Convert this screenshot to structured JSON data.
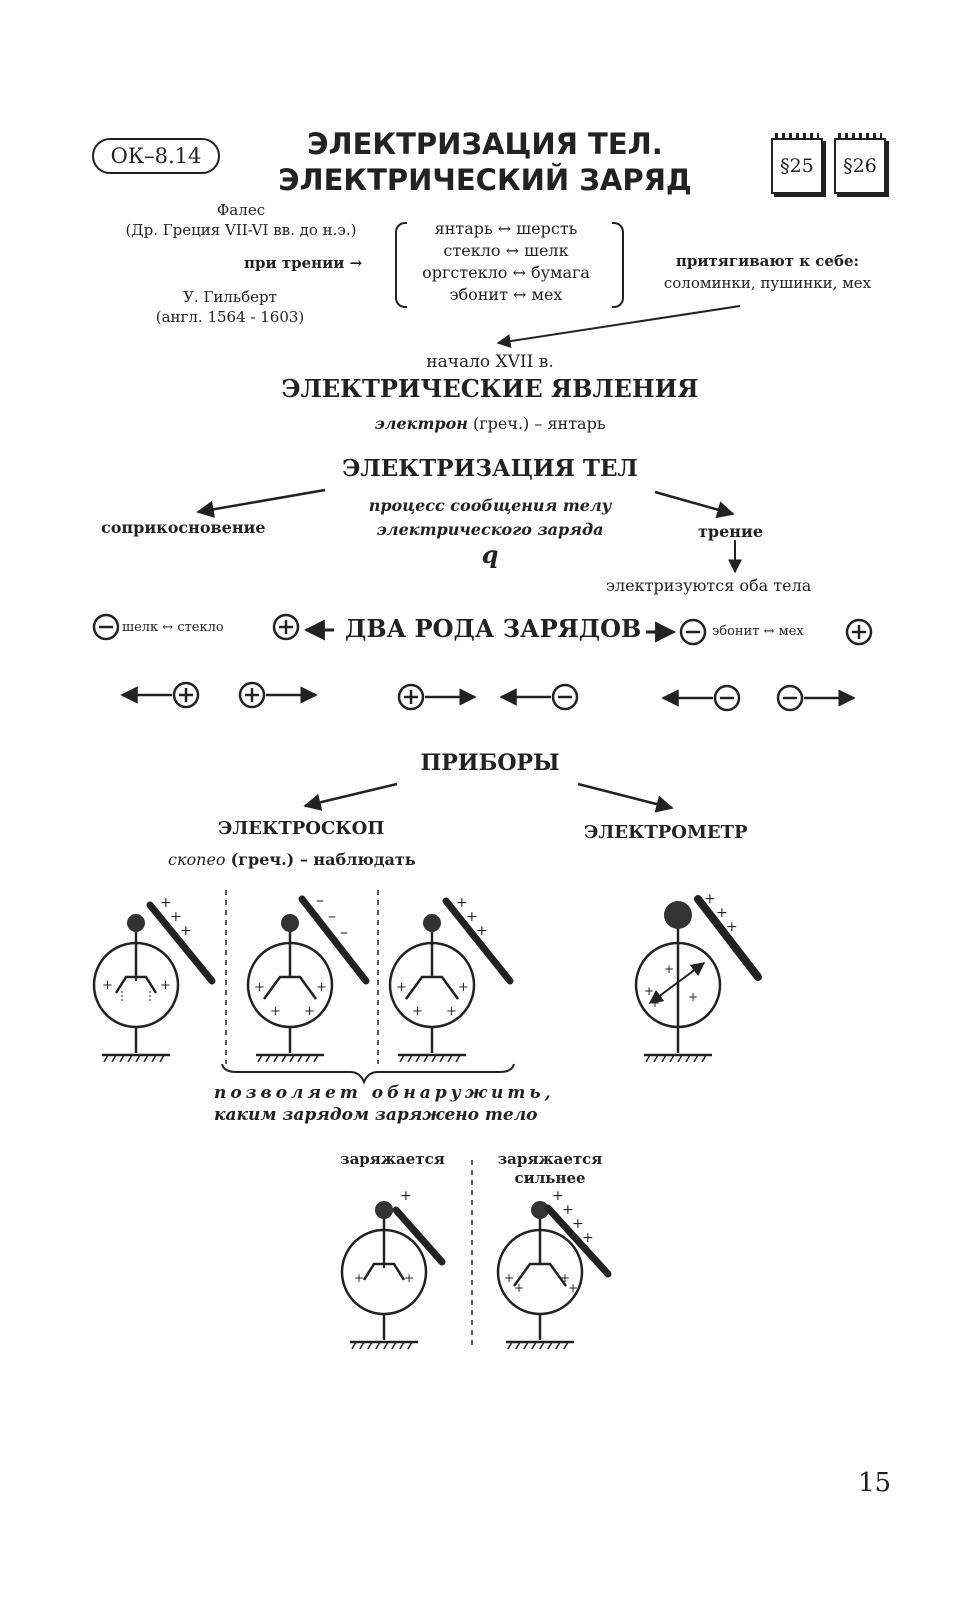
{
  "header": {
    "badge": "ОК–8.14",
    "title_line1": "ЭЛЕКТРИЗАЦИЯ ТЕЛ.",
    "title_line2": "ЭЛЕКТРИЧЕСКИЙ ЗАРЯД",
    "sections": [
      "§25",
      "§26"
    ]
  },
  "history": {
    "thales_name": "Фалес",
    "thales_era": "(Др. Греция VII-VI вв. до н.э.)",
    "friction_label": "при трении →",
    "gilbert_name": "У. Гильберт",
    "gilbert_era": "(англ. 1564 - 1603)",
    "pairs": [
      "янтарь ↔ шерсть",
      "стекло ↔ шелк",
      "оргстекло ↔ бумага",
      "эбонит ↔ мех"
    ],
    "attract_label": "притягивают к себе:",
    "attract_items": "соломинки, пушинки, мех"
  },
  "phenomena": {
    "era": "начало XVII в.",
    "title": "ЭЛЕКТРИЧЕСКИЕ ЯВЛЕНИЯ",
    "etym_word": "электрон",
    "etym_rest": "(греч.) – янтарь"
  },
  "electrification": {
    "title": "ЭЛЕКТРИЗАЦИЯ ТЕЛ",
    "def_line1": "процесс сообщения телу",
    "def_line2": "электрического заряда",
    "symbol": "q",
    "contact": "соприкосновение",
    "friction": "трение",
    "both_bodies": "электризуются оба тела"
  },
  "charges": {
    "title": "ДВА РОДА ЗАРЯДОВ",
    "left_pair": "шелк ↔ стекло",
    "right_pair": "эбонит ↔ мех"
  },
  "devices": {
    "title": "ПРИБОРЫ",
    "electroscope": "ЭЛЕКТРОСКОП",
    "electrometer": "ЭЛЕКТРОМЕТР",
    "etym_word": "скопео",
    "etym_rest": "(греч.) – наблюдать",
    "allows_line1": "позволяет обнаружить,",
    "allows_line2": "каким зарядом заряжено тело",
    "charged": "заряжается",
    "charged_more_1": "заряжается",
    "charged_more_2": "сильнее"
  },
  "page_number": "15"
}
